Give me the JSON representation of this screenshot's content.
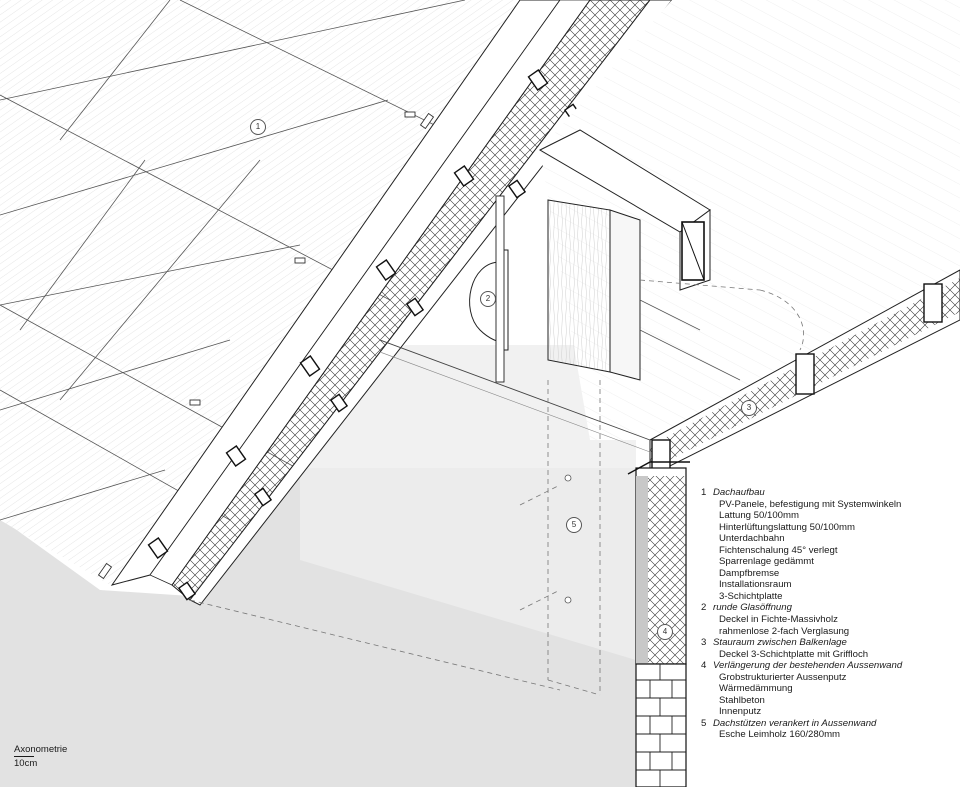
{
  "callouts": [
    "1",
    "2",
    "3",
    "4",
    "5"
  ],
  "legend": [
    {
      "num": "1",
      "title": "Dachaufbau",
      "items": [
        "PV-Panele, befestigung mit Systemwinkeln",
        "Lattung 50/100mm",
        "Hinterlüftungslattung 50/100mm",
        "Unterdachbahn",
        "Fichtenschalung 45° verlegt",
        "Sparrenlage gedämmt",
        "Dampfbremse",
        "Installationsraum",
        "3-Schichtplatte"
      ]
    },
    {
      "num": "2",
      "title": "runde Glasöffnung",
      "items": [
        "Deckel in Fichte-Massivholz",
        "rahmenlose 2-fach Verglasung"
      ]
    },
    {
      "num": "3",
      "title": "Stauraum zwischen Balkenlage",
      "items": [
        "Deckel 3-Schichtplatte mit Griffloch"
      ]
    },
    {
      "num": "4",
      "title": "Verlängerung der bestehenden Aussenwand",
      "items": [
        "Grobstrukturierter Aussenputz",
        "Wärmedämmung",
        "Stahlbeton",
        "Innenputz"
      ]
    },
    {
      "num": "5",
      "title": "Dachstützen verankert in Aussenwand",
      "items": [
        "Esche Leimholz 160/280mm"
      ]
    }
  ],
  "scale": {
    "view": "Axonometrie",
    "measure": "10cm"
  },
  "colors": {
    "line": "#1f1f1f",
    "wall_fill": "#e2e2e2",
    "wall_mid": "#ececec",
    "insulation": "#444444"
  }
}
